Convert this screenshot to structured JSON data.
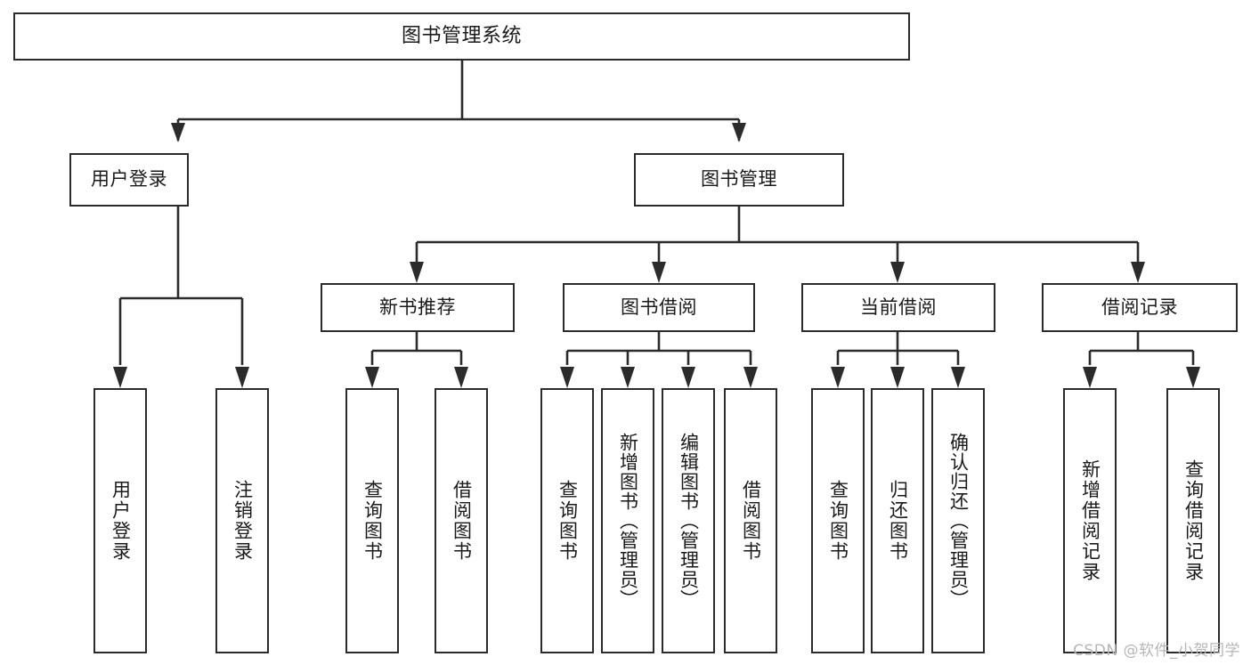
{
  "diagram": {
    "title": "图书管理系统",
    "type": "tree-hierarchy-chart",
    "watermark": "CSDN @软件_小贺同学",
    "colors": {
      "stroke": "#2b2b2b",
      "fill": "#ffffff",
      "text": "#1a1a1a",
      "watermark": "#b6b6b6"
    },
    "root": {
      "label": "图书管理系统"
    },
    "level2": [
      {
        "label": "用户登录"
      },
      {
        "label": "图书管理"
      }
    ],
    "level3": [
      {
        "label": "新书推荐"
      },
      {
        "label": "图书借阅"
      },
      {
        "label": "当前借阅"
      },
      {
        "label": "借阅记录"
      }
    ],
    "leaves": {
      "user_login": [
        {
          "label": "用户登录"
        },
        {
          "label": "注销登录"
        }
      ],
      "new_book": [
        {
          "label": "查询图书"
        },
        {
          "label": "借阅图书"
        }
      ],
      "book_borrow": [
        {
          "label": "查询图书"
        },
        {
          "label": "新增图书（管理员）"
        },
        {
          "label": "编辑图书（管理员）"
        },
        {
          "label": "借阅图书"
        }
      ],
      "current_borrow": [
        {
          "label": "查询图书"
        },
        {
          "label": "归还图书"
        },
        {
          "label": "确认归还（管理员）"
        }
      ],
      "borrow_record": [
        {
          "label": "新增借阅记录"
        },
        {
          "label": "查询借阅记录"
        }
      ]
    }
  }
}
